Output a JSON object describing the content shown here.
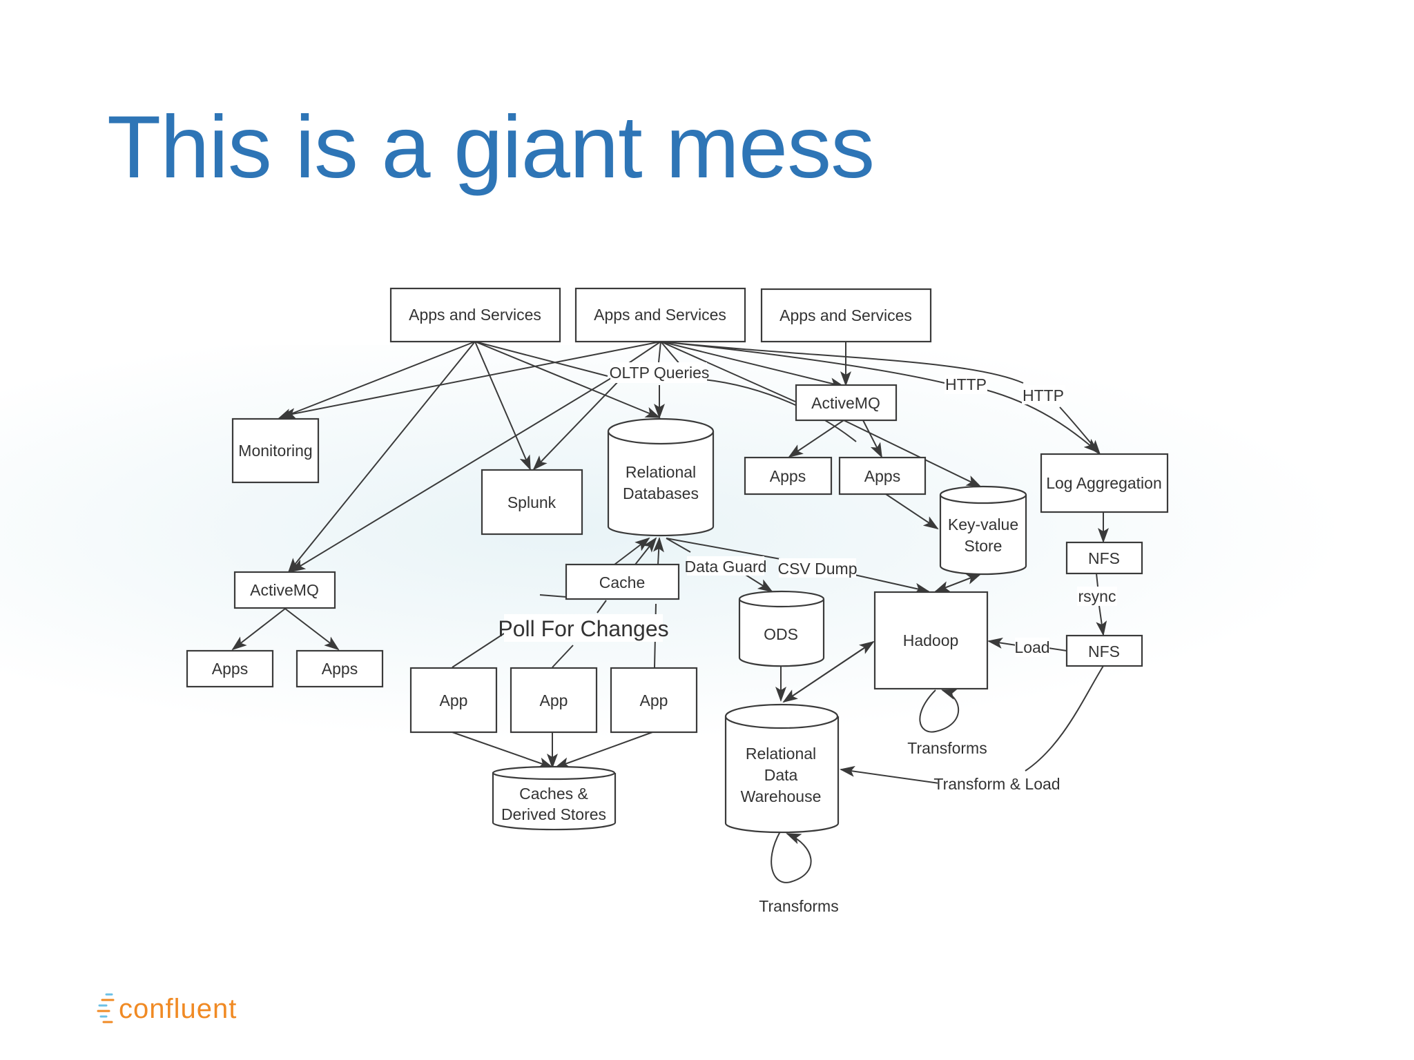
{
  "slide": {
    "title": "This is a giant mess",
    "title_color": "#2e75b6"
  },
  "diagram": {
    "nodes": {
      "apps_services_1": "Apps and Services",
      "apps_services_2": "Apps and Services",
      "apps_services_3": "Apps and Services",
      "monitoring": "Monitoring",
      "splunk": "Splunk",
      "relational_databases": [
        "Relational",
        "Databases"
      ],
      "activemq_top": "ActiveMQ",
      "apps_top_1": "Apps",
      "apps_top_2": "Apps",
      "key_value_store": [
        "Key-value",
        "Store"
      ],
      "log_aggregation": "Log Aggregation",
      "nfs_1": "NFS",
      "nfs_2": "NFS",
      "activemq_left": "ActiveMQ",
      "apps_left_1": "Apps",
      "apps_left_2": "Apps",
      "cache": "Cache",
      "app_1": "App",
      "app_2": "App",
      "app_3": "App",
      "caches_derived_stores": [
        "Caches &",
        "Derived Stores"
      ],
      "ods": "ODS",
      "hadoop": "Hadoop",
      "relational_data_warehouse": [
        "Relational",
        "Data",
        "Warehouse"
      ]
    },
    "edge_labels": {
      "oltp_queries": "OLTP Queries",
      "http_1": "HTTP",
      "http_2": "HTTP",
      "data_guard": "Data Guard",
      "csv_dump": "CSV Dump",
      "poll_for_changes": "Poll For Changes",
      "rsync": "rsync",
      "load": "Load",
      "transform_load": "Transform & Load",
      "transforms_hadoop": "Transforms",
      "transforms_warehouse": "Transforms"
    },
    "line_color": "#3a3a3a"
  },
  "footer": {
    "logo_text": "confluent",
    "logo_color": "#f08a24"
  }
}
